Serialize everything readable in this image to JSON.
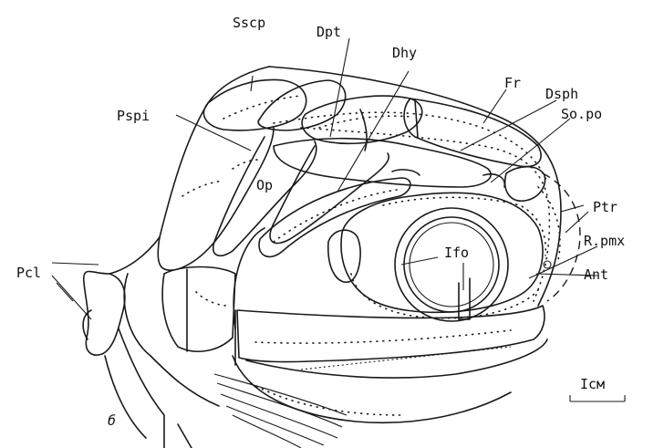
{
  "labels": {
    "sscp": "Sscp",
    "dpt": "Dpt",
    "dhy": "Dhy",
    "fr": "Fr",
    "dsph": "Dsph",
    "pspi": "Pspi",
    "so_po": "So.po",
    "op": "Op",
    "ptr": "Ptr",
    "r_pmx": "R.pmx",
    "ifo": "Ifo",
    "ant": "Ant",
    "pcl": "Pcl",
    "panel_letter": "б",
    "scale": "Iсм"
  },
  "colors": {
    "ink": "#1a1a1a",
    "background": "#ffffff"
  }
}
